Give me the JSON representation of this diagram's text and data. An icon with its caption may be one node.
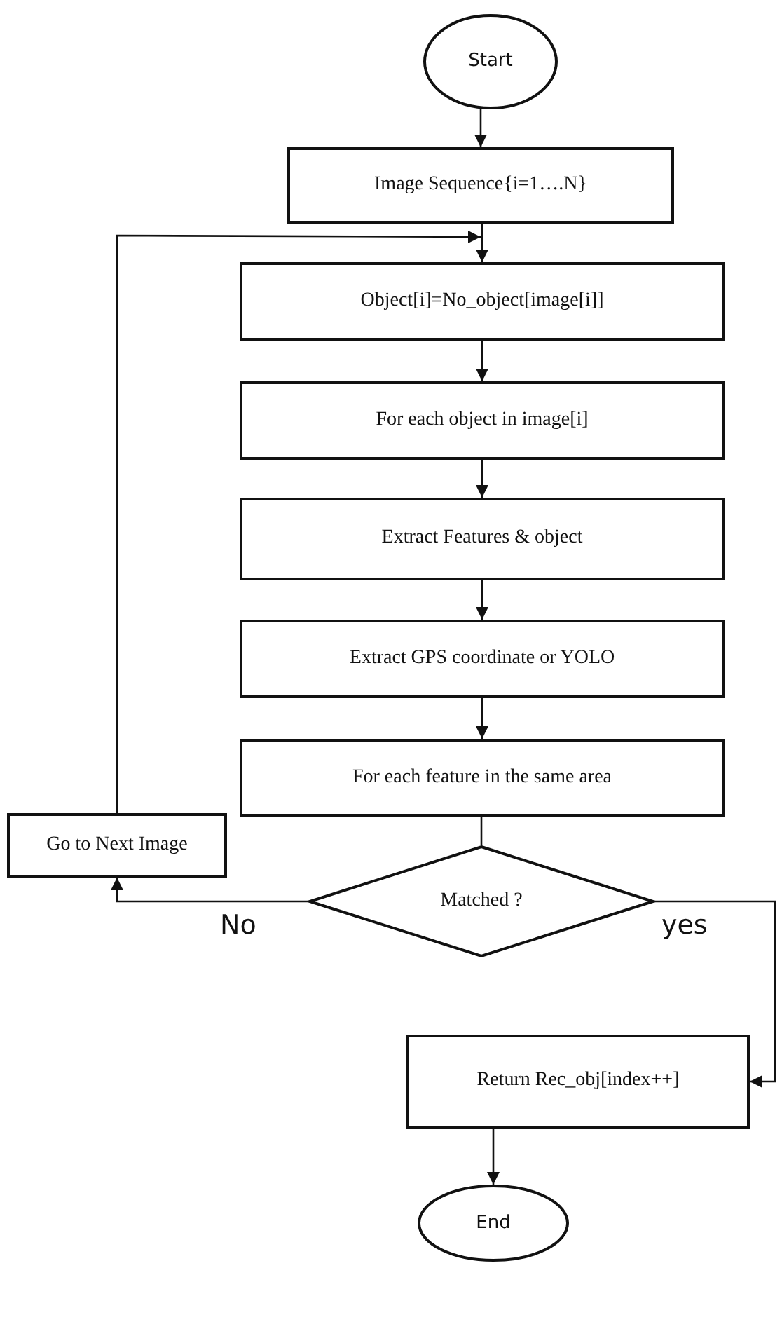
{
  "diagram": {
    "nodes": [
      {
        "text": [
          "Start"
        ]
      },
      {
        "text": [
          "Image Sequence{i=1….N}"
        ]
      },
      {
        "text": [
          "Object[i]=No_object[image[i]]"
        ]
      },
      {
        "text": [
          "For each object in image[i]"
        ]
      },
      {
        "text": [
          "Extract Features & object"
        ]
      },
      {
        "text": [
          "Extract GPS coordinate or YOLO"
        ]
      },
      {
        "text": [
          "For each feature in the same area"
        ]
      },
      {
        "text": [
          "Go to Next Image"
        ]
      },
      {
        "text": [
          "Matched ?"
        ]
      },
      {
        "text": [
          "Return Rec_obj[index++]"
        ]
      },
      {
        "text": [
          "End"
        ]
      }
    ],
    "edges": [
      {
        "from": 0,
        "to": 1,
        "arrow": "to"
      },
      {
        "from": 1,
        "to": 2,
        "arrow": "to"
      },
      {
        "from": 2,
        "to": 3,
        "arrow": "to"
      },
      {
        "from": 3,
        "to": 4,
        "arrow": "to"
      },
      {
        "from": 4,
        "to": 5,
        "arrow": "to"
      },
      {
        "from": 5,
        "to": 6,
        "arrow": "to"
      },
      {
        "from": 6,
        "to": 8,
        "arrow": "none"
      },
      {
        "from": 8,
        "to": 7,
        "arrow": "to",
        "label": "No"
      },
      {
        "from": 7,
        "to": 2,
        "arrow": "to"
      },
      {
        "from": 8,
        "to": 9,
        "arrow": "to",
        "label": "yes"
      },
      {
        "from": 9,
        "to": 10,
        "arrow": "to"
      }
    ]
  }
}
